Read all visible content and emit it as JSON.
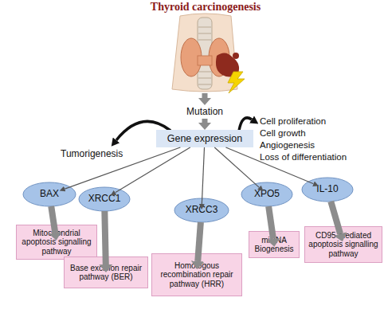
{
  "diagram": {
    "title": "Thyroid carcinogenesis",
    "nodes": [
      {
        "text": [
          "Gene expression"
        ]
      },
      {
        "text": [
          "BAX"
        ]
      },
      {
        "text": [
          "XRCC1"
        ]
      },
      {
        "text": [
          "XRCC3"
        ]
      },
      {
        "text": [
          "XPO5"
        ]
      },
      {
        "text": [
          "IL-10"
        ]
      },
      {
        "text": [
          "Mitochondrial apoptosis signalling pathway"
        ]
      },
      {
        "text": [
          "Base excision repair pathway (BER)"
        ]
      },
      {
        "text": [
          "Homologous recombination repair pathway (HRR)"
        ]
      },
      {
        "text": [
          "miRNA Biogenesis"
        ]
      },
      {
        "text": [
          "CD95-mediated apoptosis signalling pathway"
        ]
      }
    ],
    "edges": [
      {
        "from": 0,
        "to": 1,
        "arrow": "to"
      },
      {
        "from": 0,
        "to": 2,
        "arrow": "to"
      },
      {
        "from": 0,
        "to": 3,
        "arrow": "to"
      },
      {
        "from": 0,
        "to": 4,
        "arrow": "to"
      },
      {
        "from": 0,
        "to": 5,
        "arrow": "to"
      },
      {
        "from": 1,
        "to": 6,
        "arrow": "to"
      },
      {
        "from": 2,
        "to": 7,
        "arrow": "to"
      },
      {
        "from": 3,
        "to": 8,
        "arrow": "to"
      },
      {
        "from": 4,
        "to": 9,
        "arrow": "to"
      },
      {
        "from": 5,
        "to": 10,
        "arrow": "to"
      }
    ],
    "labels": [
      "Mutation",
      "Tumorigenesis",
      "Cell proliferation",
      "Cell growth",
      "Angiogenesis",
      "Loss of differentiation"
    ]
  }
}
